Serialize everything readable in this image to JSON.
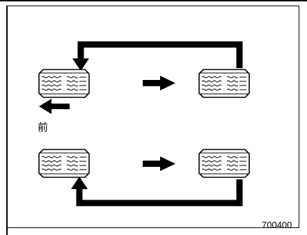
{
  "labels": {
    "front": "前",
    "figure_code": "700400"
  },
  "tires": [
    {
      "name": "front-left-tire"
    },
    {
      "name": "front-right-tire"
    },
    {
      "name": "rear-left-tire"
    },
    {
      "name": "rear-right-tire"
    }
  ],
  "arrows": [
    {
      "name": "rotation-arrow-top-right-to-left"
    },
    {
      "name": "rotation-arrow-left-to-right-upper"
    },
    {
      "name": "rotation-arrow-left-to-right-lower"
    },
    {
      "name": "rotation-arrow-bottom-right-to-left"
    },
    {
      "name": "front-direction-arrow"
    }
  ],
  "colors": {
    "line": "#000000",
    "background": "#ffffff"
  }
}
